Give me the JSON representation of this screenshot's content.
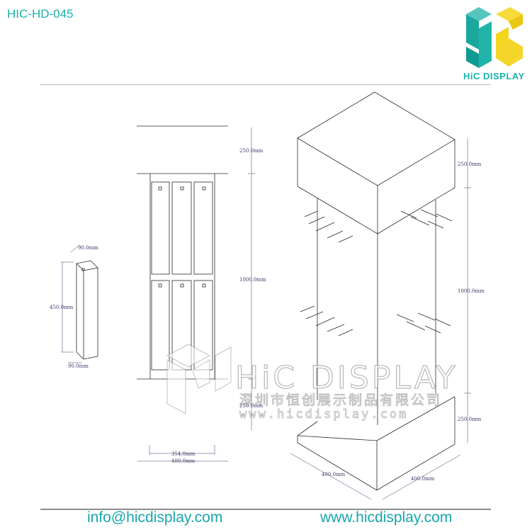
{
  "header": {
    "model_code": "HIC-HD-045",
    "logo_text": "HiC DISPLAY"
  },
  "colors": {
    "brand_teal": "#19b3aa",
    "logo_yellow": "#f2d51d",
    "link_teal": "#18a6ad"
  },
  "side_view": {
    "depth_top": "90.0mm",
    "height": "450.0mm",
    "depth_bottom": "90.0mm"
  },
  "front_view": {
    "top_height": "250.0mm",
    "middle_height": "1000.0mm",
    "bottom_height": "250.0mm",
    "inner_width": "354.0mm",
    "outer_width": "400.0mm"
  },
  "iso_view": {
    "top_height": "250.0mm",
    "middle_height": "1000.0mm",
    "bottom_height": "250.0mm",
    "width_left": "400.0mm",
    "width_right": "400.0mm"
  },
  "watermark": {
    "brand": "HiC DISPLAY",
    "company_cn": "深圳市恒创展示制品有限公司",
    "url": "www.hicdisplay.com"
  },
  "footer": {
    "email": "info@hicdisplay.com",
    "website": "www.hicdisplay.com"
  }
}
